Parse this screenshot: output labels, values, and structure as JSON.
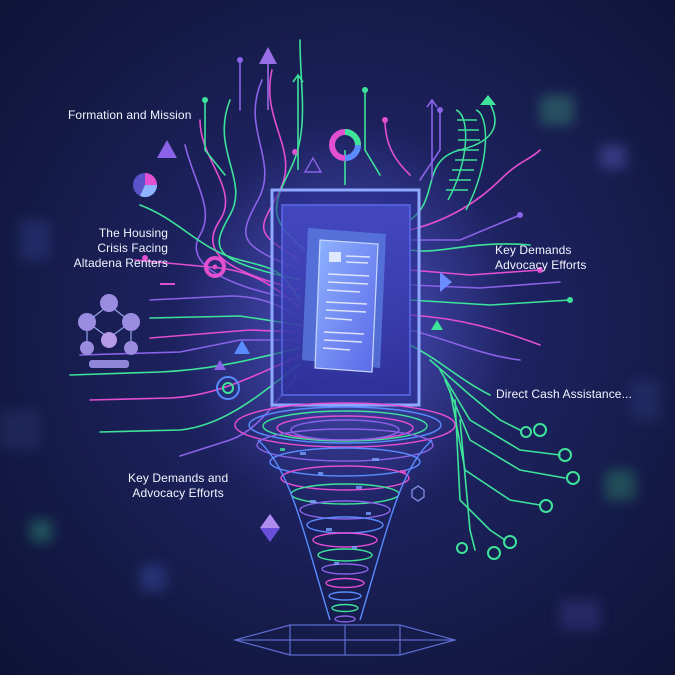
{
  "labels": {
    "formation": "Formation and Mission",
    "housing": [
      "The Housing",
      "Crisis Facing",
      "Altadena Renters"
    ],
    "key_demands_right": [
      "Key Demands",
      "Advocacy Efforts"
    ],
    "direct_cash": "Direct Cash Assistance...",
    "key_demands_left": [
      "Key Demands and",
      "Advocacy Efforts"
    ]
  },
  "colors": {
    "background": "#141a45",
    "green": "#3ee39a",
    "pink": "#e24fd0",
    "purple": "#8a63e8",
    "blue": "#6a8cff",
    "text": "#f3f4ff"
  },
  "icons": [
    "triangle-up-icon",
    "arrow-up-icon",
    "donut-chart-icon",
    "pie-chart-icon",
    "ladder-arrow-icon",
    "people-network-icon",
    "document-icon",
    "funnel-vortex-icon",
    "diamond-icon",
    "target-icon"
  ]
}
